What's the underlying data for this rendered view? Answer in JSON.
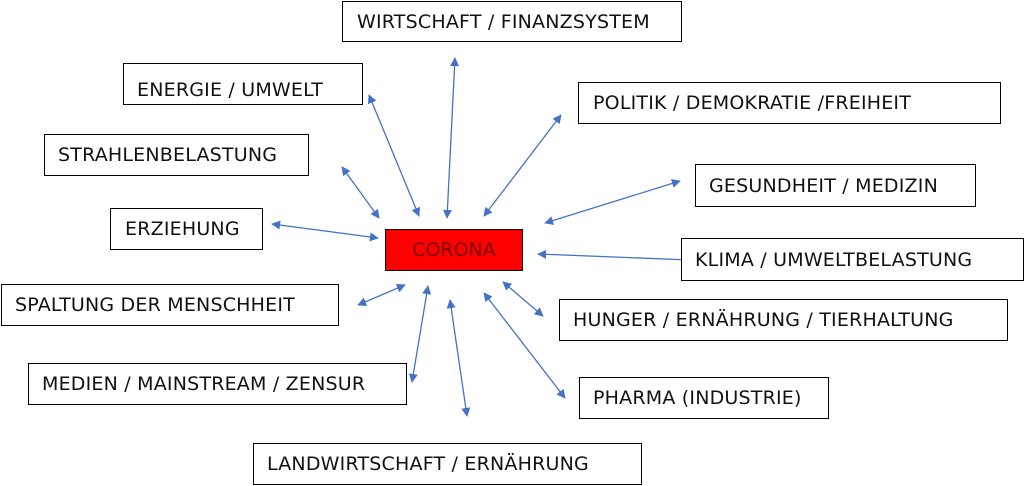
{
  "center": {
    "label": "CORONA",
    "fill_color": "#ff0000"
  },
  "arrow_color": "#4472c4",
  "topics": [
    "WIRTSCHAFT / FINANZSYSTEM",
    "ENERGIE / UMWELT",
    "POLITIK / DEMOKRATIE /FREIHEIT",
    "STRAHLENBELASTUNG",
    "GESUNDHEIT / MEDIZIN",
    "ERZIEHUNG",
    "KLIMA / UMWELTBELASTUNG",
    "SPALTUNG DER MENSCHHEIT",
    "HUNGER / ERNÄHRUNG / TIERHALTUNG",
    "MEDIEN / MAINSTREAM / ZENSUR",
    "PHARMA (INDUSTRIE)",
    "LANDWIRTSCHAFT / ERNÄHRUNG"
  ]
}
